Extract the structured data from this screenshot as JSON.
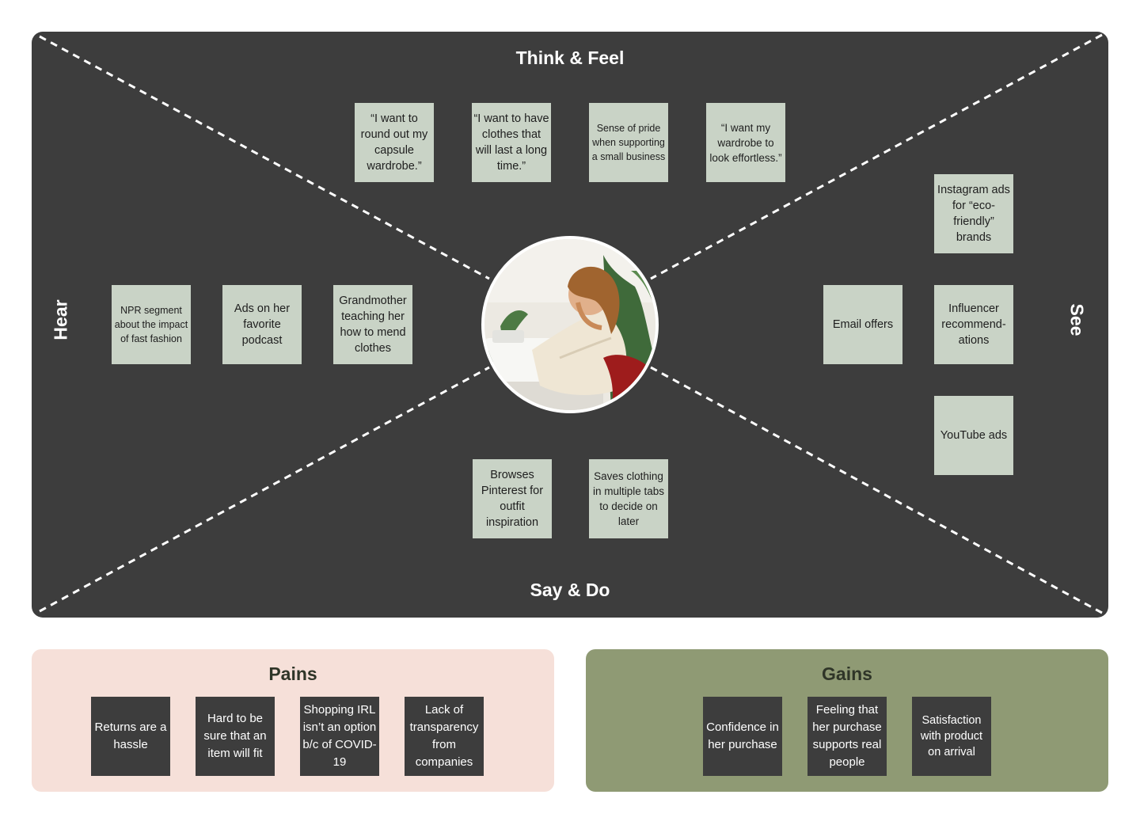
{
  "quadrants": {
    "think_feel": "Think & Feel",
    "say_do": "Say & Do",
    "hear": "Hear",
    "see": "See"
  },
  "think_feel_notes": [
    "“I want to round out my capsule wardrobe.”",
    "“I want to have clothes that will last a long time.”",
    "Sense of pride when supporting a small business",
    "“I want my wardrobe to look effortless.”"
  ],
  "hear_notes": [
    "NPR segment about the impact of fast fashion",
    "Ads on her favorite podcast",
    "Grandmother teaching her how to mend clothes"
  ],
  "see_notes": [
    "Instagram ads for “eco-friendly” brands",
    "Email offers",
    "Influencer recommend-ations",
    "YouTube ads"
  ],
  "say_do_notes": [
    "Browses Pinterest for outfit inspiration",
    "Saves clothing in multiple tabs to decide on later"
  ],
  "pains": {
    "title": "Pains",
    "items": [
      "Returns are a hassle",
      "Hard to be sure that an item will fit",
      "Shopping IRL isn’t an option b/c of COVID-19",
      "Lack of transparency from companies"
    ]
  },
  "gains": {
    "title": "Gains",
    "items": [
      "Confidence in her purchase",
      "Feeling that her purchase supports real people",
      "Satisfaction with product on arrival"
    ]
  },
  "colors": {
    "board": "#3d3d3d",
    "note": "#c9d3c6",
    "pains_bg": "#f6e0d9",
    "gains_bg": "#8f9a74"
  }
}
